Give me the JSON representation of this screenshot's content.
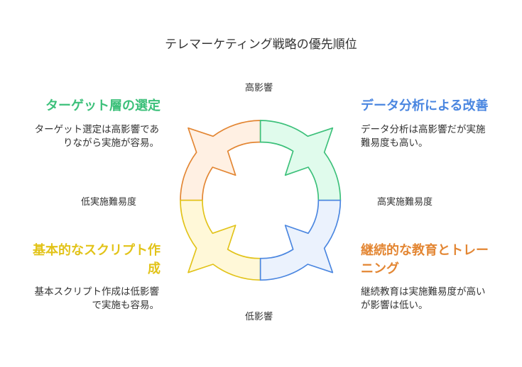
{
  "title": "テレマーケティング戦略の優先順位",
  "axes": {
    "top": "高影響",
    "bottom": "低影響",
    "left": "低実施難易度",
    "right": "高実施難易度"
  },
  "quadrants": {
    "top_left": {
      "title": "ターゲット層の選定",
      "desc": [
        "ターゲット選定は高影響であ",
        "りながら実施が容易。"
      ],
      "color": "#3cc07a"
    },
    "top_right": {
      "title": "データ分析による改善",
      "desc": [
        "データ分析は高影響だが実施",
        "難易度も高い。"
      ],
      "color": "#4a86e0"
    },
    "bottom_left": {
      "title": [
        "基本的なスクリプト作",
        "成"
      ],
      "desc": [
        "基本スクリプト作成は低影響",
        "で実施も容易。"
      ],
      "color": "#e2c319"
    },
    "bottom_right": {
      "title": [
        "継続的な教育とトレー",
        "ニング"
      ],
      "desc": [
        "継続教育は実施難易度が高い",
        "が影響は低い。"
      ],
      "color": "#e38633"
    }
  }
}
